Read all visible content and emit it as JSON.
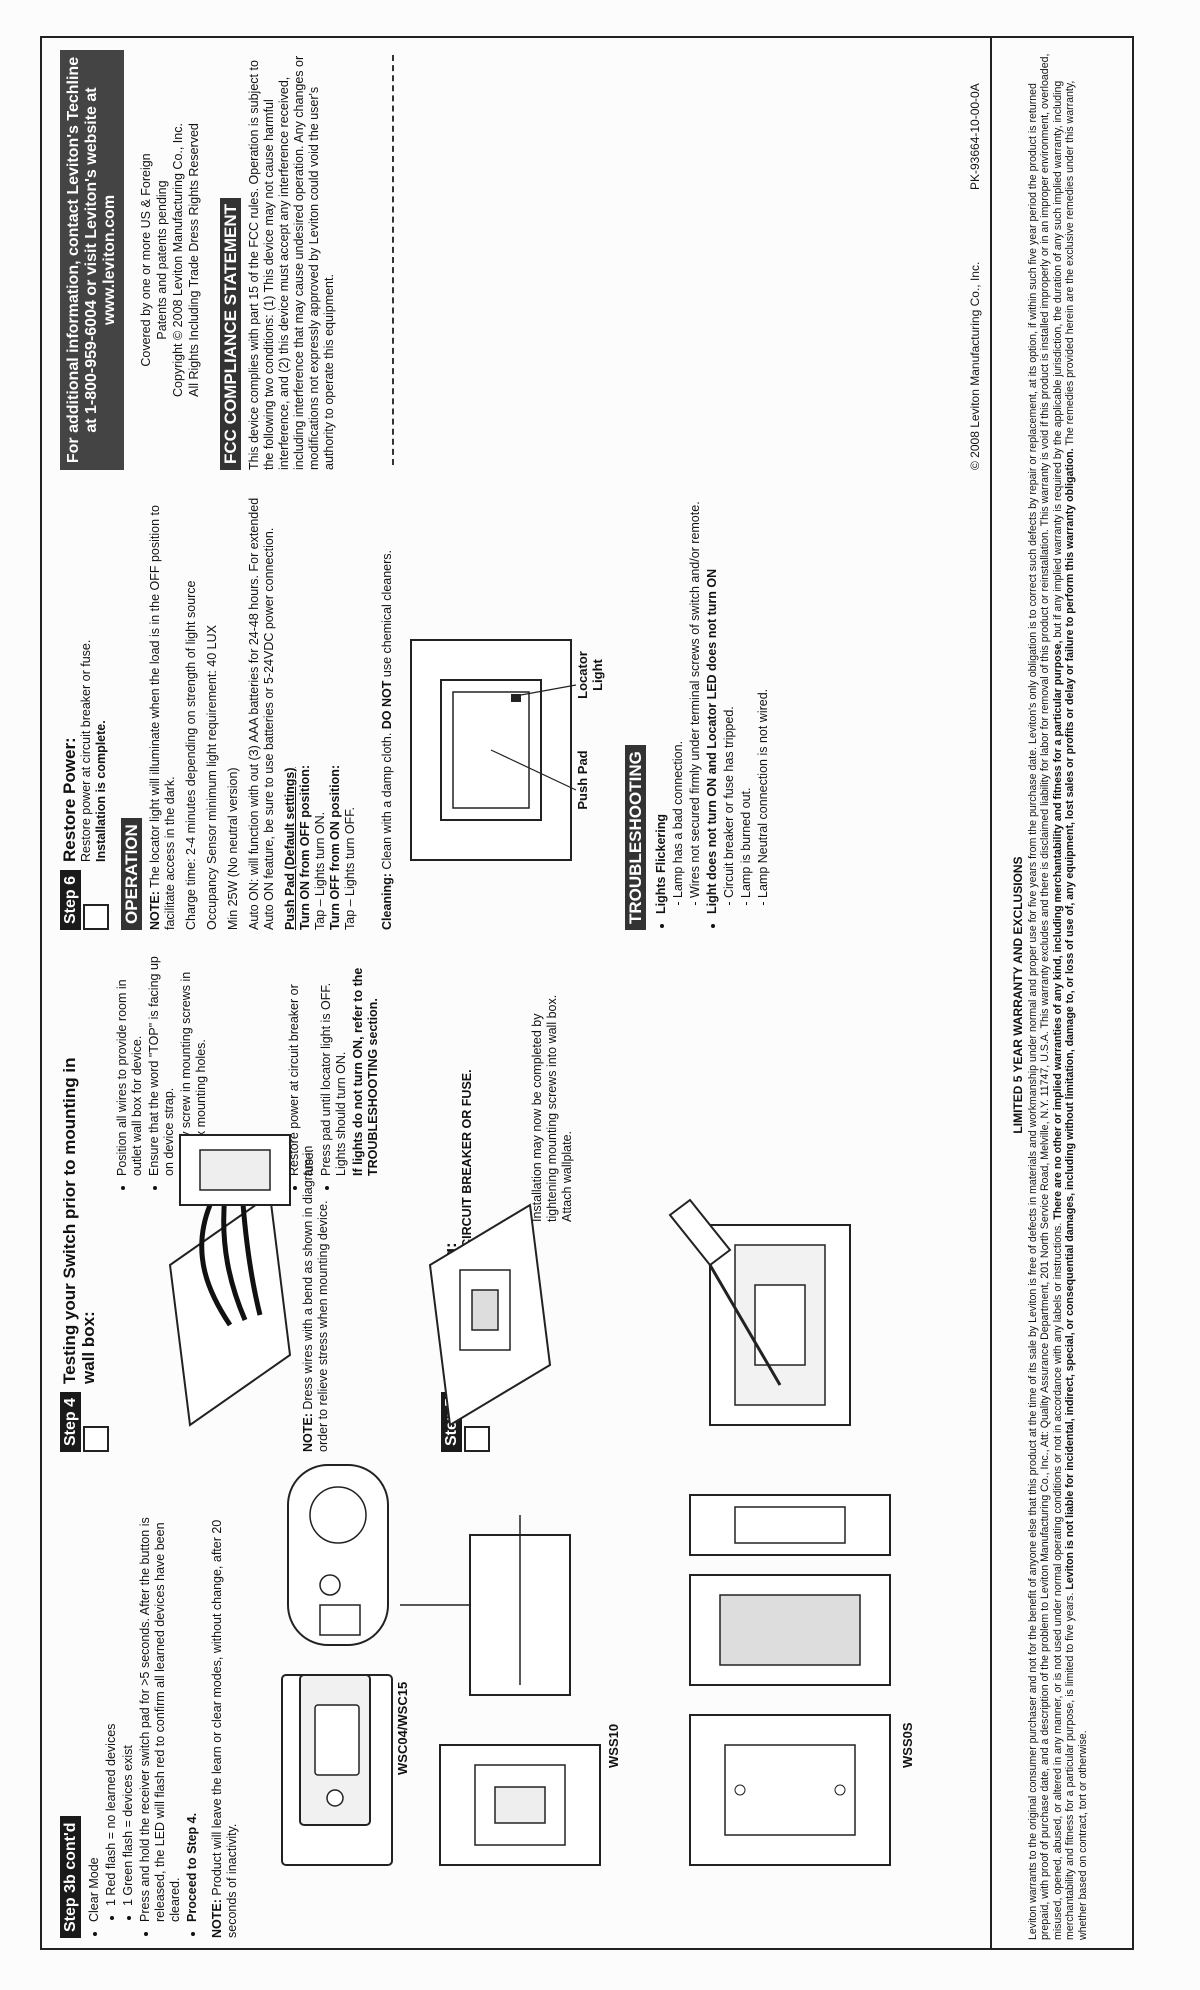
{
  "step3b": {
    "label": "Step 3b cont'd",
    "clear_mode": "Clear Mode",
    "red_flash": "1 Red flash = no learned devices",
    "green_flash": "1 Green flash = devices exist",
    "press_hold": "Press and hold the receiver switch pad for >5 seconds. After the button is released, the LED will flash red to confirm all learned devices have been cleared.",
    "proceed": "Proceed to Step 4.",
    "note_label": "NOTE:",
    "note_text": " Product will leave the learn or clear modes, without change, after 20 seconds of inactivity."
  },
  "diagram_labels": {
    "wsc": "WSC04/WSC15",
    "wss10": "WSS10",
    "wss0s": "WSS0S",
    "push_pad": "Push Pad",
    "locator_light": "Locator Light"
  },
  "step4": {
    "label": "Step 4",
    "title": "Testing your Switch prior to mounting in wall box:",
    "b1": "Position all wires to provide room in outlet wall box for device.",
    "b2": "Ensure that the word \"TOP\" is facing up on device strap.",
    "b3": "Partially screw in mounting screws in wall box mounting holes.",
    "note_label": "NOTE:",
    "note_text": " Dress wires with a bend as shown in diagram in order to relieve stress when mounting device.",
    "b4": "Restore power at circuit breaker or fuse.",
    "b5": "Press pad until locator light is OFF. Lights should turn ON.",
    "if_lights": "If lights do not turn ON, refer to the TROUBLESHOOTING section."
  },
  "step5": {
    "label": "Step 5",
    "title": "Switch Mounting:",
    "subtitle": "TURN OFF POWER AT CIRCUIT BREAKER OR FUSE.",
    "text": "Installation may now be completed by tightening mounting screws into wall box. Attach wallplate."
  },
  "step6": {
    "label": "Step 6",
    "title": "Restore Power:",
    "text": "Restore power at circuit breaker or fuse.",
    "complete": "Installation is complete."
  },
  "operation": {
    "heading": "OPERATION",
    "note_label": "NOTE:",
    "note_text": " The locator light will illuminate when the load is in the OFF position to facilitate access in the dark.",
    "charge": "Charge time: 2-4 minutes depending on strength of light source",
    "occupancy": "Occupancy Sensor minimum light requirement: 40 LUX",
    "min": "Min 25W (No neutral version)",
    "auto_on": "Auto ON: will function with out (3) AAA batteries for 24-48 hours. For extended Auto ON feature, be sure to use batteries or 5-24VDC power connection.",
    "push_pad_heading": "Push Pad (Default settings)",
    "turn_on_heading": "Turn ON from OFF position:",
    "turn_on_text": "Tap – Lights turn ON.",
    "turn_off_heading": "Turn OFF from ON position:",
    "turn_off_text": "Tap – Lights turn OFF.",
    "cleaning_label": "Cleaning:",
    "cleaning_text": " Clean with a damp cloth. ",
    "do_not": "DO NOT",
    "cleaning_end": " use chemical cleaners."
  },
  "troubleshooting": {
    "heading": "TROUBLESHOOTING",
    "flicker": "Lights Flickering",
    "f1": "Lamp has a bad connection.",
    "f2": "Wires not secured firmly under terminal screws of switch and/or remote.",
    "no_on": "Light does not turn ON and Locator LED does not turn ON",
    "n1": "Circuit breaker or fuse has tripped.",
    "n2": "Lamp is burned out.",
    "n3": "Lamp Neutral connection is not wired."
  },
  "info": {
    "box": "For additional information, contact Leviton's Techline at 1-800-959-6004 or visit Leviton's website at www.leviton.com",
    "p1": "Covered by one or more US & Foreign",
    "p2": "Patents and patents pending",
    "p3": "Copyright © 2008 Leviton Manufacturing Co., Inc.",
    "p4": "All Rights Including Trade Dress Rights Reserved"
  },
  "fcc": {
    "heading": "FCC COMPLIANCE STATEMENT",
    "text": "This device complies with part 15 of the FCC rules. Operation is subject to the following two conditions: (1) This device may not cause harmful interference, and (2) this device must accept any interference received, including interference that may cause undesired operation. Any changes or modifications not expressly approved by Leviton could void the user's authority to operate this equipment."
  },
  "bottom": {
    "copyright": "© 2008 Leviton Manufacturing Co., Inc.",
    "code": "PK-93664-10-00-0A"
  },
  "warranty": {
    "title": "LIMITED 5 YEAR WARRANTY AND EXCLUSIONS",
    "text1": "Leviton warrants to the original consumer purchaser and not for the benefit of anyone else that this product at the time of its sale by Leviton is free of defects in materials and workmanship under normal and proper use for five years from the purchase date. Leviton's only obligation is to correct such defects by repair or replacement, at its option, if within such five year period the product is returned prepaid, with proof of purchase date, and a description of the problem to Leviton Manufacturing Co., Inc., Att: Quality Assurance Department, 201 North Service Road, Melville, N.Y. 11747, U.S.A. This warranty excludes and there is disclaimed liability for labor for removal of this product or reinstallation. This warranty is void if this product is installed improperly or in an improper environment, overloaded, misused, opened, abused, or altered in any manner, or is not used under normal operating conditions or not in accordance with any labels or instructions. ",
    "text2": "There are no other or implied warranties of any kind, including merchantability and fitness for a particular purpose,",
    "text3": " but if any implied warranty is required by the applicable jurisdiction, the duration of any such implied warranty, including merchantability and fitness for a particular purpose, is limited to five years. ",
    "text4": "Leviton is not liable for incidental, indirect, special, or consequential damages, including without limitation, damage to, or loss of use of, any equipment, lost sales or profits or delay or failure to perform this warranty obligation.",
    "text5": " The remedies provided herein are the exclusive remedies under this warranty, whether based on contract, tort or otherwise."
  }
}
